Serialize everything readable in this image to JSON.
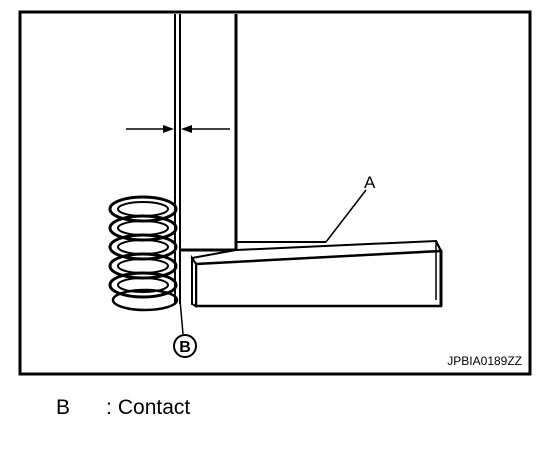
{
  "figure": {
    "code": "JPBIA0189ZZ",
    "labels": {
      "a": "A",
      "b": "B"
    }
  },
  "legend": [
    {
      "key": "B",
      "separator": ":",
      "text": "Contact"
    }
  ]
}
